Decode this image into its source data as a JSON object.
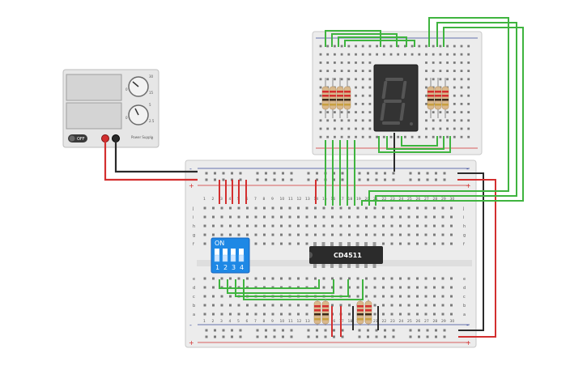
{
  "colors": {
    "wire_red": "#d32f2f",
    "wire_black": "#2a2a2a",
    "wire_green": "#3fb43f",
    "breadboard": "#ececec",
    "rail_red": "#d32f2f",
    "rail_blue": "#3a4a9a",
    "ic_body": "#2b2b2b",
    "dip_body": "#1e88e5",
    "display_body": "#333333",
    "segment_off": "#555555",
    "segment_on": "#dddddd",
    "resistor_body": "#d9b88c"
  },
  "power_supply": {
    "off_label": "OFF",
    "knob1_marks": [
      "0",
      "30",
      "15"
    ],
    "knob2_marks": [
      "0",
      "5",
      "2.5"
    ],
    "brand_label": "Power Supply",
    "positive_terminal": "red",
    "negative_terminal": "black"
  },
  "ic": {
    "label": "CD4511",
    "pins_per_side": 8
  },
  "dip_switch": {
    "on_label": "ON",
    "switch_numbers": [
      "1",
      "2",
      "3",
      "4"
    ]
  },
  "display": {
    "type": "seven-segment",
    "shown_digit": "8"
  },
  "breadboard_main": {
    "columns": [
      "1",
      "2",
      "3",
      "4",
      "5",
      "6",
      "7",
      "8",
      "9",
      "10",
      "11",
      "12",
      "13",
      "14",
      "15",
      "16",
      "17",
      "18",
      "19",
      "20",
      "21",
      "22",
      "23",
      "24",
      "25",
      "26",
      "27",
      "28",
      "29",
      "30"
    ],
    "rows_top": [
      "j",
      "i",
      "h",
      "g",
      "f"
    ],
    "rows_bottom": [
      "e",
      "d",
      "c",
      "b",
      "a"
    ],
    "rail_plus": "+",
    "rail_minus": "-"
  },
  "breadboard_small": {
    "rail_plus": "+",
    "rail_minus": "-"
  }
}
